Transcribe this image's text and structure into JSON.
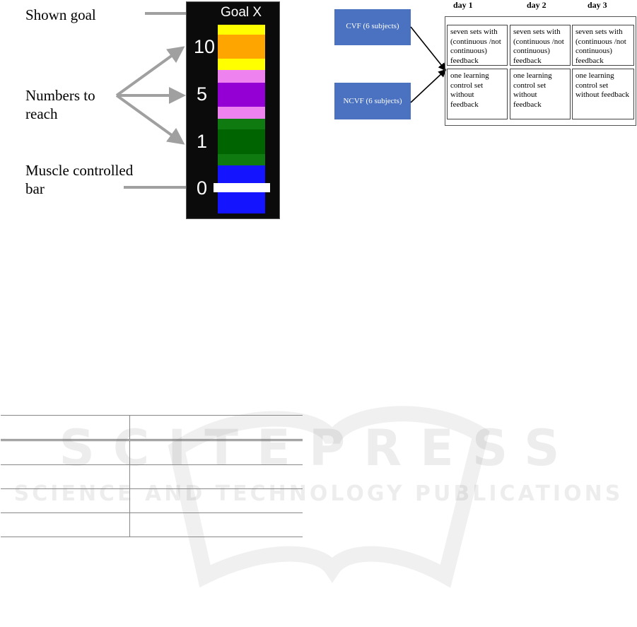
{
  "figure_left": {
    "labels": {
      "shown_goal": "Shown goal",
      "numbers_line1": "Numbers to",
      "numbers_line2": "reach",
      "muscle_line1": "Muscle controlled",
      "muscle_line2": "bar"
    },
    "device": {
      "goal_text": "Goal X",
      "numbers": [
        "10",
        "5",
        "1",
        "0"
      ]
    },
    "colors": {
      "yellow": "#ffff00",
      "orange": "#ffa500",
      "pink": "#ee82ee",
      "purple": "#9400d3",
      "green": "#0f7a0f",
      "dark_green": "#006400",
      "blue": "#1414ff",
      "arrow_gray": "#a0a0a0"
    }
  },
  "figure_right": {
    "groups": [
      "CVF (6 subjects)",
      "NCVF (6 subjects)"
    ],
    "days": [
      "day 1",
      "day 2",
      "day 3"
    ],
    "row1_cell": "seven sets with (continuous /not continuous) feedback",
    "row2_cell": "one learning control set without feedback",
    "box_color": "#4a72c0"
  },
  "watermark": {
    "line1": "SCITEPRESS",
    "line2": "SCIENCE AND TECHNOLOGY PUBLICATIONS"
  },
  "table": {
    "rows": [
      [
        "",
        ""
      ],
      [
        "",
        ""
      ],
      [
        "",
        ""
      ],
      [
        "",
        ""
      ],
      [
        "",
        ""
      ]
    ]
  }
}
